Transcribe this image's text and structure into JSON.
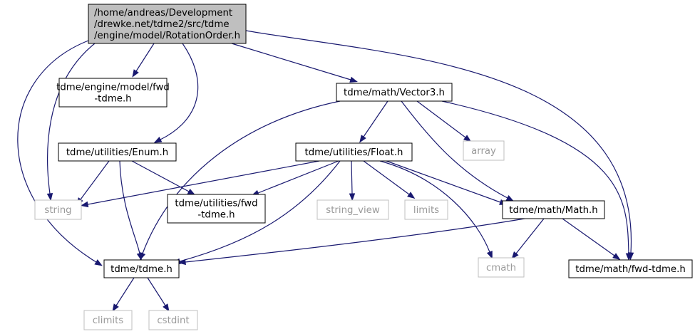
{
  "nodes": {
    "root": {
      "lines": [
        "/home/andreas/Development",
        "/drewke.net/tdme2/src/tdme",
        "/engine/model/RotationOrder.h"
      ],
      "kind": "root"
    },
    "fwd_model": {
      "lines": [
        "tdme/engine/model/fwd",
        "-tdme.h"
      ],
      "kind": "project"
    },
    "vector3": {
      "lines": [
        "tdme/math/Vector3.h"
      ],
      "kind": "project"
    },
    "enum": {
      "lines": [
        "tdme/utilities/Enum.h"
      ],
      "kind": "project"
    },
    "float": {
      "lines": [
        "tdme/utilities/Float.h"
      ],
      "kind": "project"
    },
    "array": {
      "lines": [
        "array"
      ],
      "kind": "system"
    },
    "string": {
      "lines": [
        "string"
      ],
      "kind": "system"
    },
    "fwd_utilities": {
      "lines": [
        "tdme/utilities/fwd",
        "-tdme.h"
      ],
      "kind": "project"
    },
    "string_view": {
      "lines": [
        "string_view"
      ],
      "kind": "system"
    },
    "limits": {
      "lines": [
        "limits"
      ],
      "kind": "system"
    },
    "math": {
      "lines": [
        "tdme/math/Math.h"
      ],
      "kind": "project"
    },
    "tdme": {
      "lines": [
        "tdme/tdme.h"
      ],
      "kind": "project"
    },
    "cmath": {
      "lines": [
        "cmath"
      ],
      "kind": "system"
    },
    "fwd_math": {
      "lines": [
        "tdme/math/fwd-tdme.h"
      ],
      "kind": "project"
    },
    "climits": {
      "lines": [
        "climits"
      ],
      "kind": "system"
    },
    "cstdint": {
      "lines": [
        "cstdint"
      ],
      "kind": "system"
    }
  },
  "edges": [
    [
      "root",
      "fwd_model"
    ],
    [
      "root",
      "vector3"
    ],
    [
      "root",
      "enum"
    ],
    [
      "root",
      "string"
    ],
    [
      "root",
      "tdme"
    ],
    [
      "root",
      "fwd_math"
    ],
    [
      "vector3",
      "float"
    ],
    [
      "vector3",
      "array"
    ],
    [
      "vector3",
      "math"
    ],
    [
      "vector3",
      "tdme"
    ],
    [
      "vector3",
      "fwd_math"
    ],
    [
      "enum",
      "string"
    ],
    [
      "enum",
      "fwd_utilities"
    ],
    [
      "enum",
      "tdme"
    ],
    [
      "float",
      "string"
    ],
    [
      "float",
      "fwd_utilities"
    ],
    [
      "float",
      "string_view"
    ],
    [
      "float",
      "limits"
    ],
    [
      "float",
      "math"
    ],
    [
      "float",
      "tdme"
    ],
    [
      "float",
      "cmath"
    ],
    [
      "math",
      "tdme"
    ],
    [
      "math",
      "cmath"
    ],
    [
      "math",
      "fwd_math"
    ],
    [
      "tdme",
      "climits"
    ],
    [
      "tdme",
      "cstdint"
    ]
  ]
}
